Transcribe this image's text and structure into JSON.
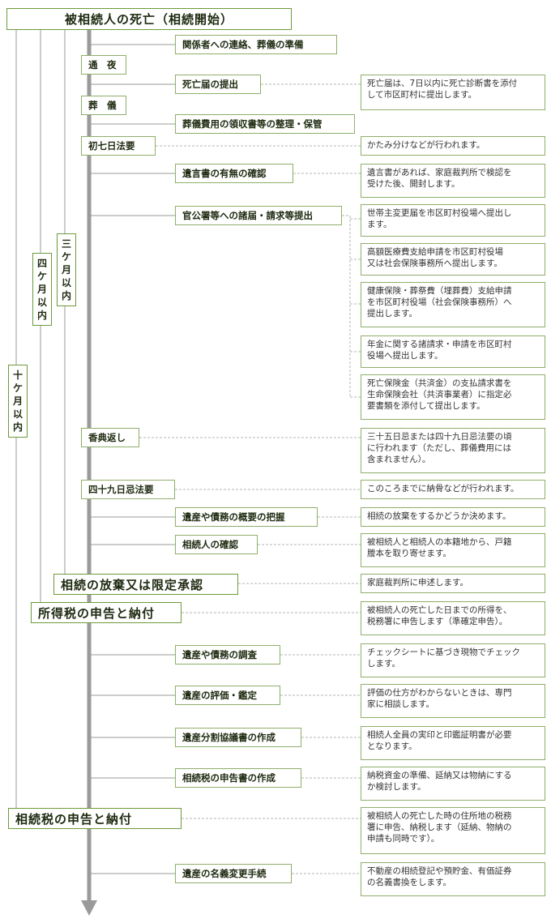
{
  "top": "被相続人の死亡（相続開始）",
  "periods": [
    {
      "chars": [
        "三",
        "ケ",
        "月",
        "以",
        "内"
      ]
    },
    {
      "chars": [
        "四",
        "ケ",
        "月",
        "以",
        "内"
      ]
    },
    {
      "chars": [
        "十",
        "ケ",
        "月",
        "以",
        "内"
      ]
    }
  ],
  "steps": {
    "renraku": "関係者への連絡、葬儀の準備",
    "tsuya": "通　夜",
    "shiboutodoke": "死亡届の提出",
    "sogi": "葬　儀",
    "ryoshusho": "葬儀費用の領収書等の整理・保管",
    "shonanoka": "初七日法要",
    "yuigon": "遺言書の有無の確認",
    "kankocho": "官公署等への諸届・請求等提出",
    "koden": "香典返し",
    "shijukunichi": "四十九日忌法要",
    "gaiyo": "遺産や債務の概要の把握",
    "sozokunin": "相続人の確認",
    "hoki": "相続の放棄又は限定承認",
    "shotokuzei": "所得税の申告と納付",
    "chosa": "遺産や債務の調査",
    "hyoka": "遺産の評価・鑑定",
    "bunkatsu": "遺産分割協議書の作成",
    "shinkokusho": "相続税の申告書の作成",
    "sozokuzei": "相続税の申告と納付",
    "meigi": "遺産の名義変更手続"
  },
  "notes": {
    "shiboutodoke": "死亡届は、7日以内に死亡診断書を添付\nして市区町村に提出します。",
    "shonanoka": "かたみ分けなどが行われます。",
    "yuigon": "遺言書があれば、家庭裁判所で検認を\n受けた後、開封します。",
    "kankocho1": "世帯主変更届を市区町村役場へ提出し\nます。",
    "kankocho2": "高額医療費支給申請を市区町村役場\n又は社会保険事務所へ提出します。",
    "kankocho3": "健康保険・葬祭費（埋葬費）支給申請\nを市区町村役場（社会保険事務所）へ\n提出します。",
    "kankocho4": "年金に関する諸請求・申請を市区町村\n役場へ提出します。",
    "kankocho5": "死亡保険金（共済金）の支払請求書を\n生命保険会社（共済事業者）に指定必\n要書類を添付して提出します。",
    "koden": "三十五日忌または四十九日忌法要の頃\nに行われます（ただし、葬儀費用には\n含まれません）。",
    "shijukunichi": "このころまでに納骨などが行われます。",
    "gaiyo": "相続の放棄をするかどうか決めます。",
    "sozokunin": "被相続人と相続人の本籍地から、戸籍\n謄本を取り寄せます。",
    "hoki": "家庭裁判所に申述します。",
    "shotokuzei": "被相続人の死亡した日までの所得を、\n税務署に申告します（準確定申告）。",
    "chosa": "チェックシートに基づき現物でチェック\nします。",
    "hyoka": "評価の仕方がわからないときは、専門\n家に相談します。",
    "bunkatsu": "相続人全員の実印と印鑑証明書が必要\nとなります。",
    "shinkokusho": "納税資金の準備、延納又は物納にする\nか検討します。",
    "sozokuzei": "被相続人の死亡した時の住所地の税務\n署に申告、納税します（延納、物納の\n申請も同時です）。",
    "meigi": "不動産の相続登記や預貯金、有価証券\nの名義書換をします。"
  },
  "colors": {
    "border": "#8fae6a",
    "green": "#6d9a3a",
    "axis": "#9a9a9a",
    "dash": "#b5b5b5"
  }
}
